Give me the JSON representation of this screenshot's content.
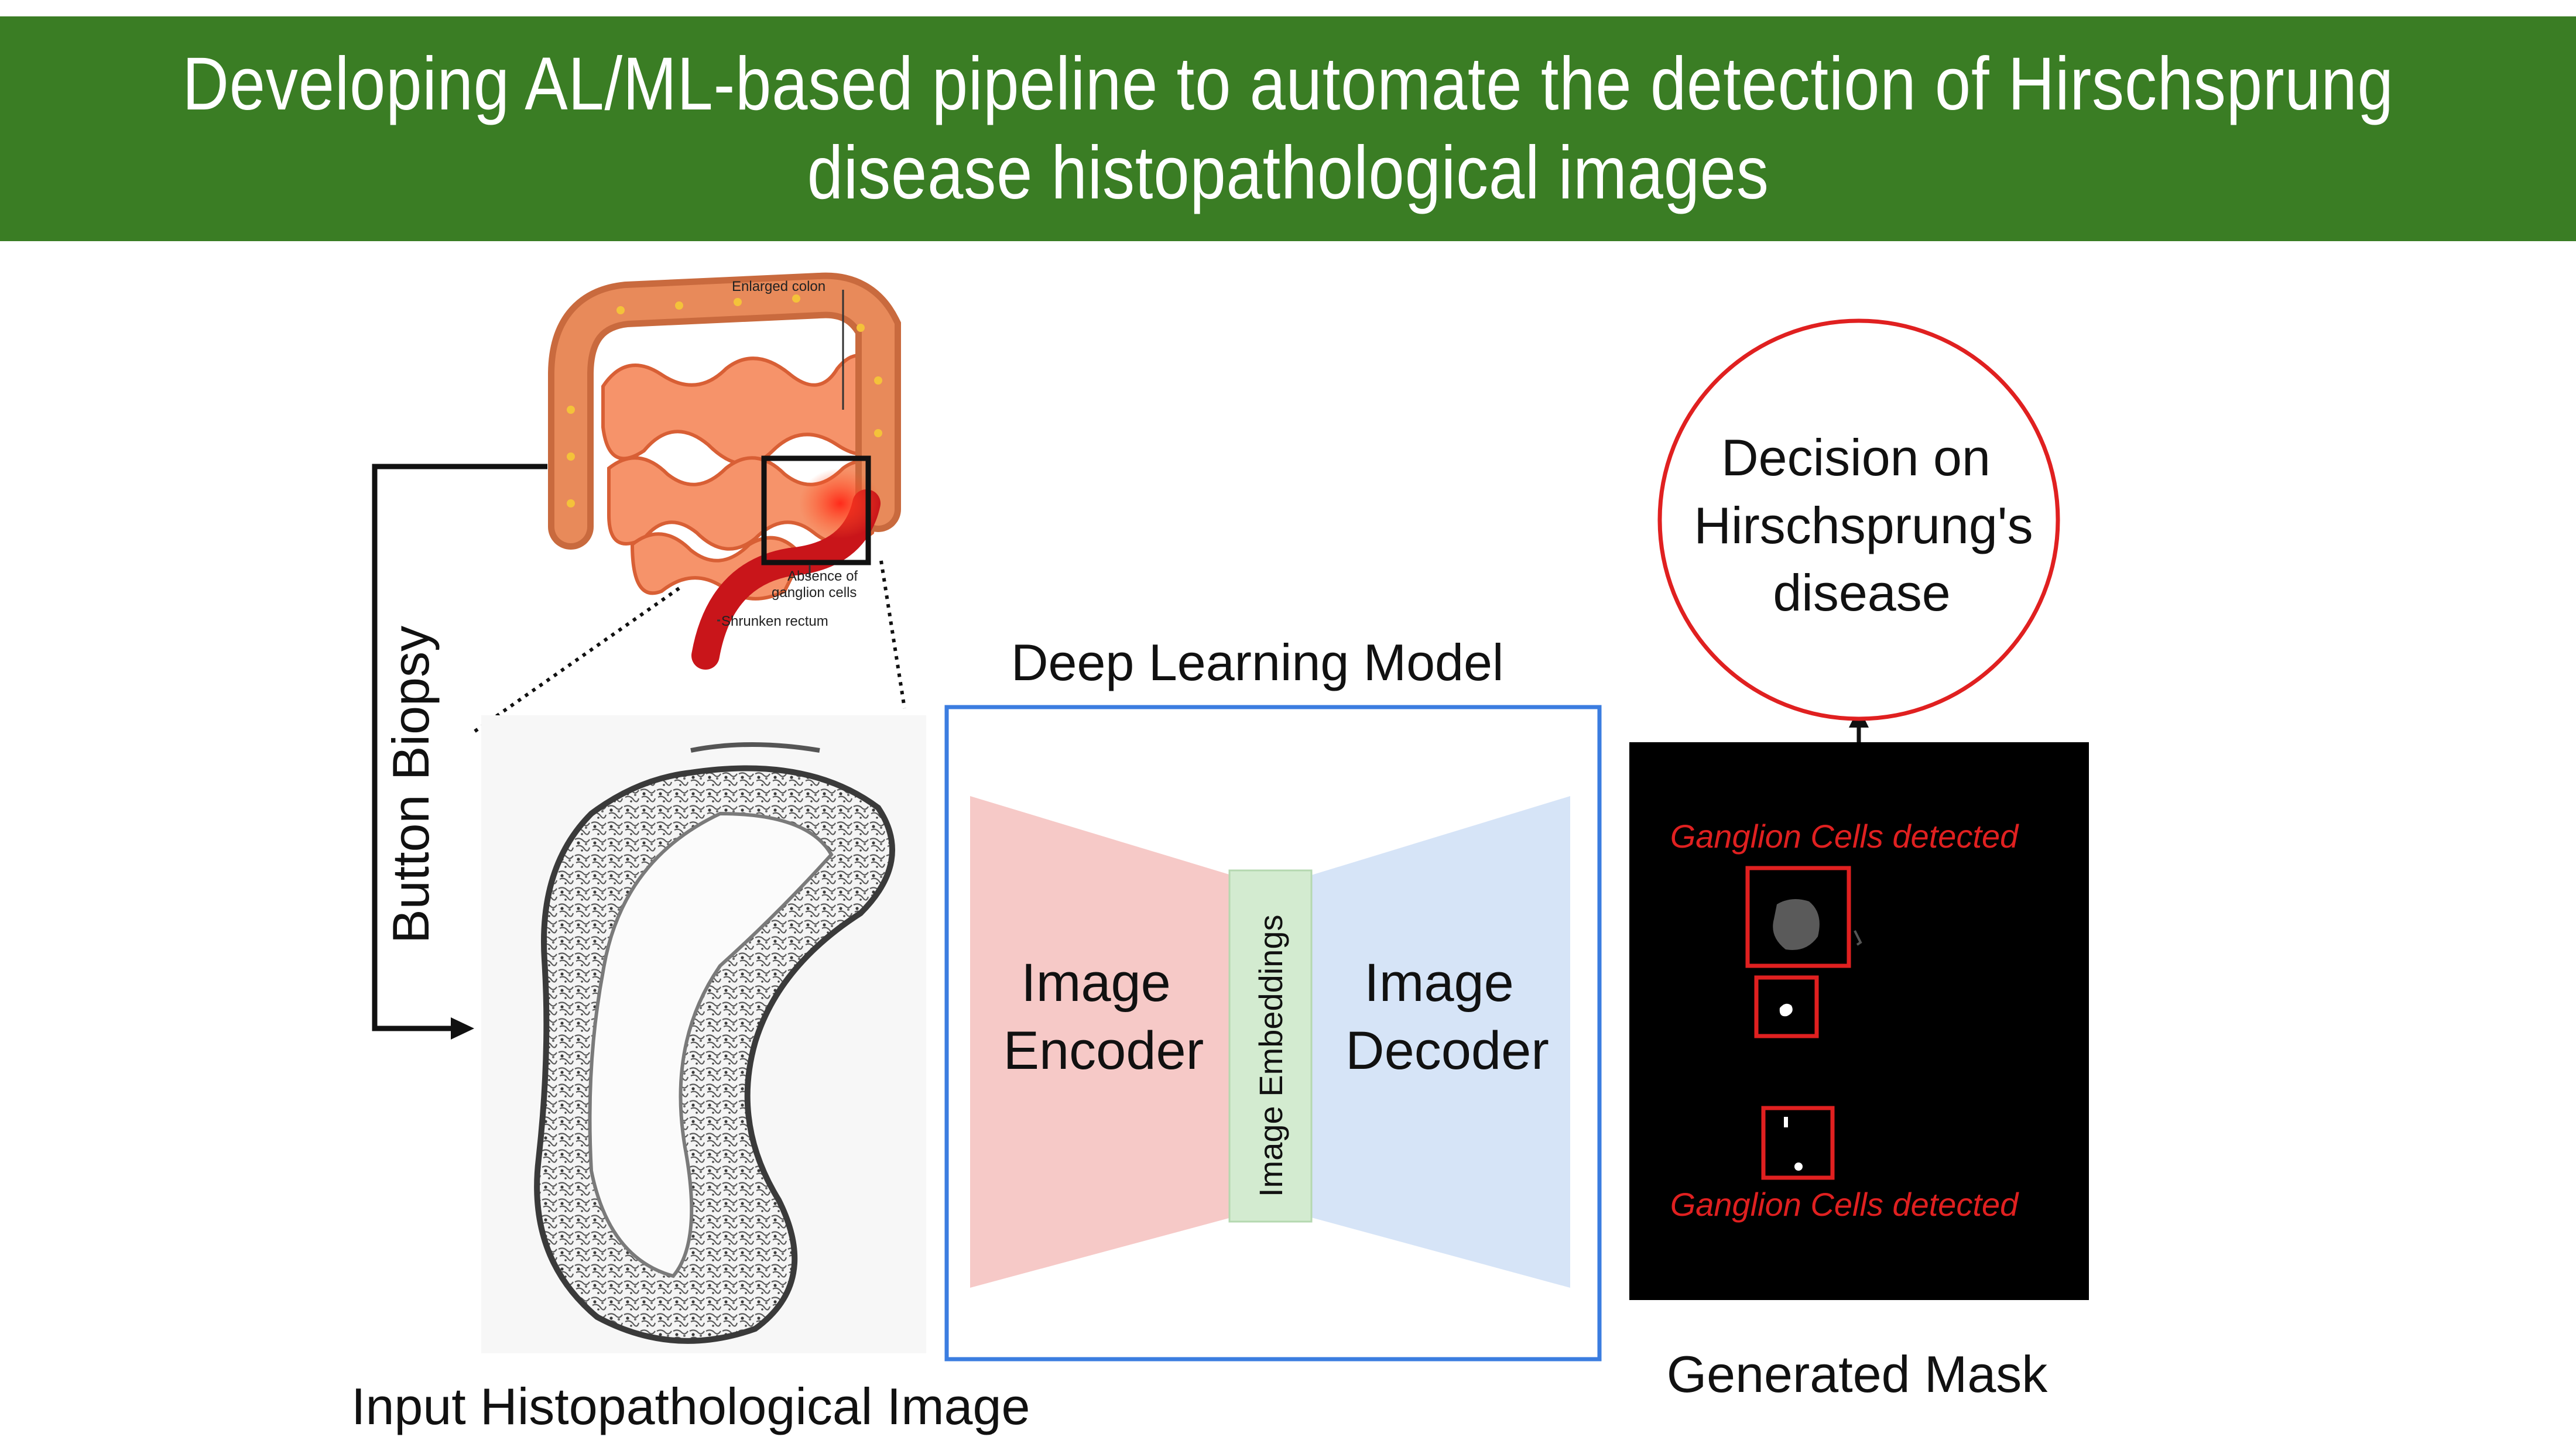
{
  "header": {
    "title_line1": "Developing AL/ML-based pipeline to automate the detection of Hirschsprung",
    "title_line2": "disease histopathological images"
  },
  "anatomy": {
    "enlarged_colon": "Enlarged colon",
    "absence_line1": "Absence of",
    "absence_line2": "ganglion cells",
    "shrunken_rectum": "Shrunken rectum"
  },
  "biopsy_label": "Button Biopsy",
  "input_label": "Input Histopathological Image",
  "model": {
    "title": "Deep Learning Model",
    "encoder_line1": "Image",
    "encoder_line2": "Encoder",
    "embeddings": "Image Embeddings",
    "decoder_line1": "Image",
    "decoder_line2": "Decoder"
  },
  "mask": {
    "label": "Generated Mask",
    "detected_top": "Ganglion Cells detected",
    "detected_bottom": "Ganglion Cells detected"
  },
  "decision": {
    "line1": "Decision on",
    "line2": "Hirschsprung's",
    "line3": "disease"
  },
  "colors": {
    "banner": "#3a7d24",
    "encoder": "#f6c9c7",
    "decoder": "#d6e4f7",
    "embeddings": "#d3ebd0",
    "model_border": "#3b7de0",
    "detection": "#e02020",
    "mask_bg": "#000000"
  }
}
